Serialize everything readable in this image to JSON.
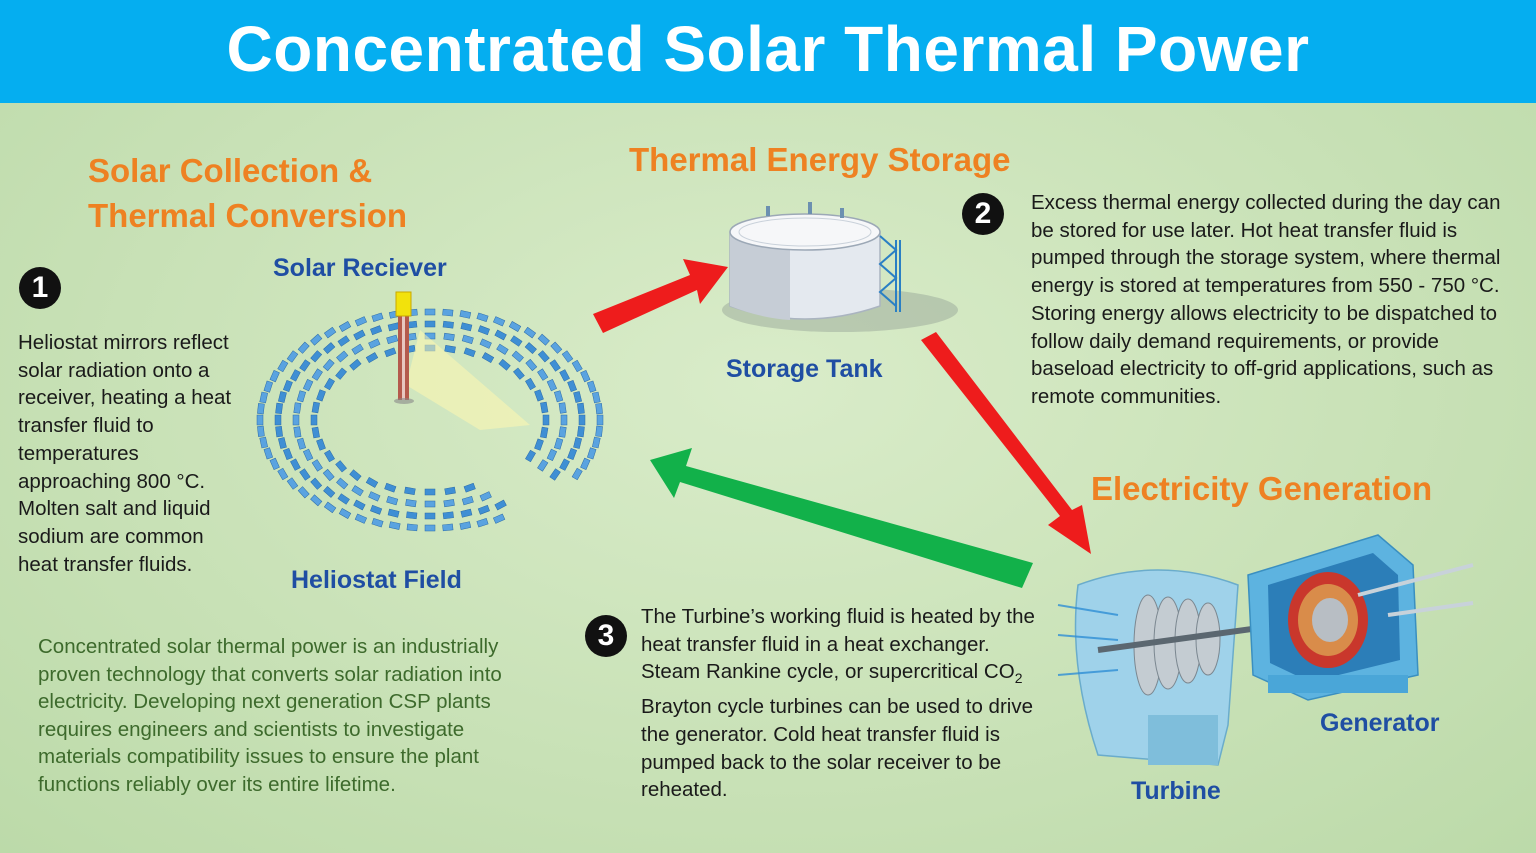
{
  "header": {
    "title": "Concentrated Solar Thermal Power"
  },
  "section1": {
    "title_line1": "Solar Collection &",
    "title_line2": "Thermal Conversion",
    "step": "1",
    "text": "Heliostat mirrors reflect solar radiation onto a receiver, heating a heat transfer fluid to temperatures approaching 800 °C. Molten salt and liquid sodium are common heat transfer fluids.",
    "receiver_label": "Solar Reciever",
    "field_label": "Heliostat Field"
  },
  "section2": {
    "title": "Thermal Energy Storage",
    "step": "2",
    "text": "Excess thermal energy collected during the day can be stored for use later. Hot heat transfer fluid is pumped through the storage system, where thermal energy is stored at temperatures from 550 - 750 °C.  Storing energy allows electricity to be dispatched to follow daily demand requirements, or provide baseload electricity to off-grid applications, such as remote communities.",
    "tank_label": "Storage Tank"
  },
  "section3": {
    "title": "Electricity Generation",
    "step": "3",
    "text_part1": "The Turbine’s working fluid is heated by the heat transfer fluid in a heat exchanger. Steam Rankine cycle, or supercritical CO",
    "text_sub": "2",
    "text_part2": " Brayton cycle turbines can be used to drive the generator. Cold heat transfer fluid is pumped back to the solar receiver to be reheated.",
    "turbine_label": "Turbine",
    "generator_label": "Generator"
  },
  "summary": {
    "text": "Concentrated solar thermal power is an industrially proven technology that converts solar radiation into electricity. Developing next generation CSP plants requires engineers and scientists to investigate materials compatibility issues to ensure the plant functions reliably over its entire lifetime."
  },
  "colors": {
    "header_bg": "#05aef0",
    "section_title": "#ee8122",
    "label": "#1f4ea3",
    "arrow_hot": "#ee1c1c",
    "arrow_cold": "#12b14a",
    "summary_text": "#3d6a2c"
  }
}
